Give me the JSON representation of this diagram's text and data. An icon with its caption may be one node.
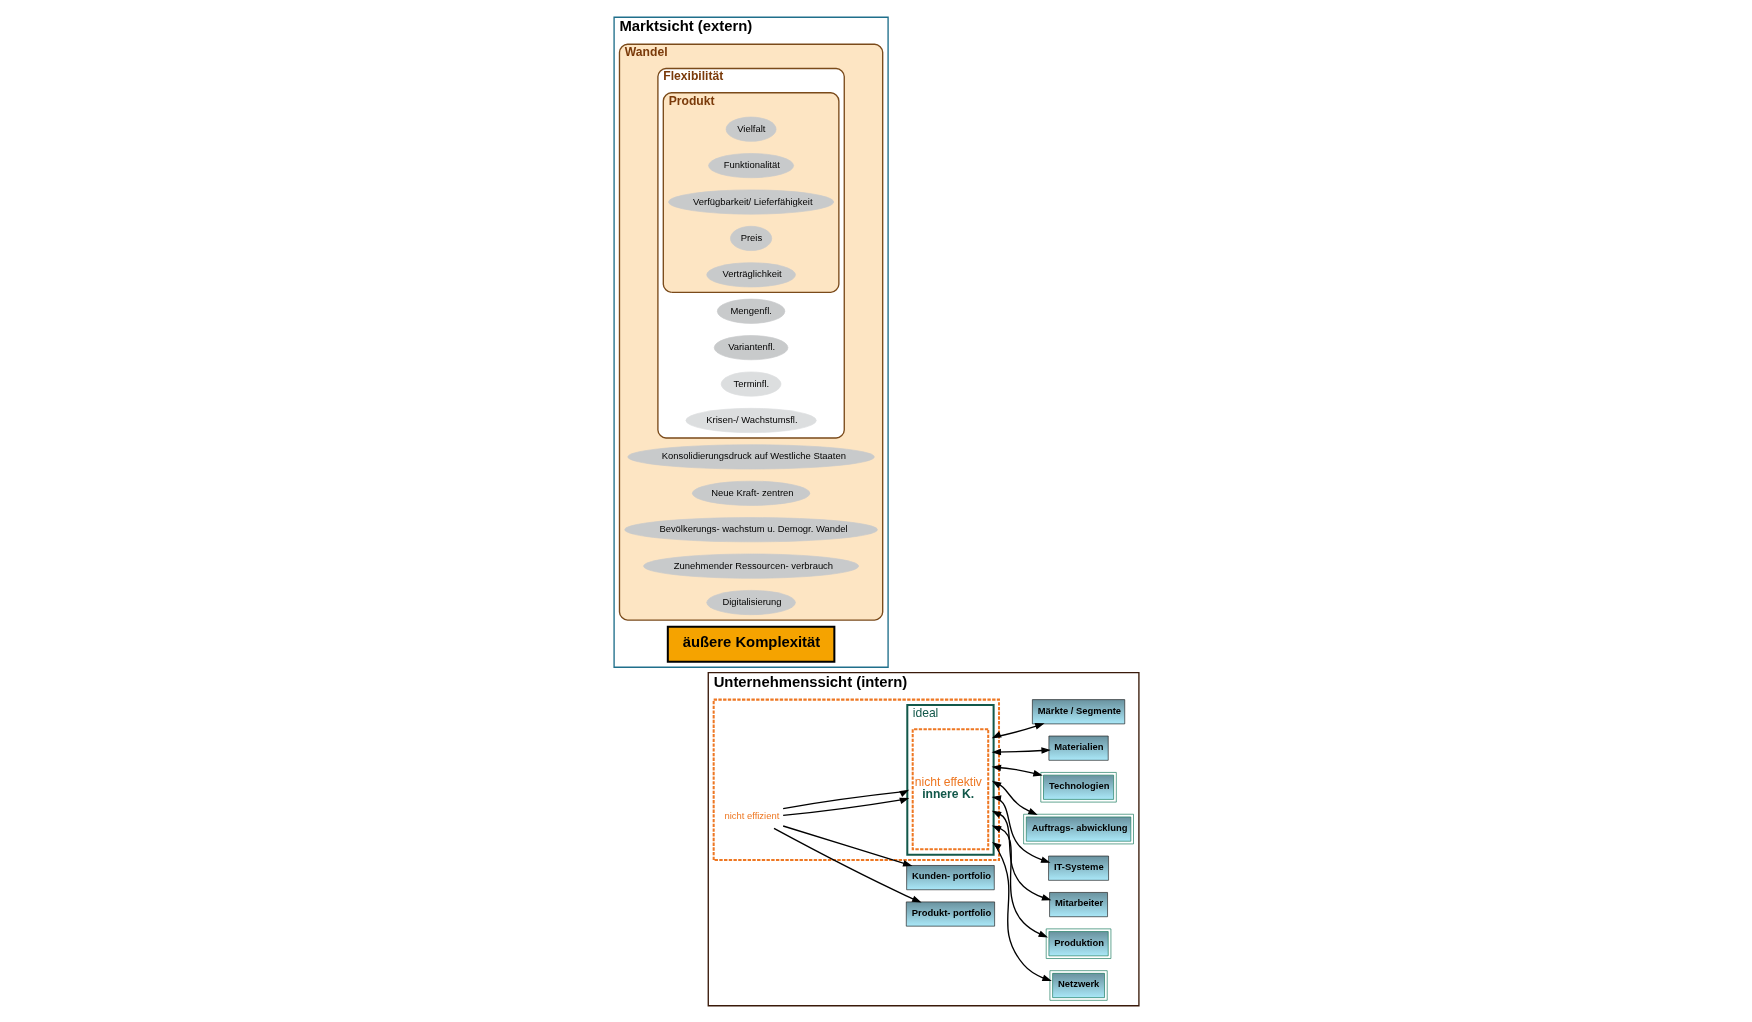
{
  "diagram": {
    "nodes": [
      {
        "text": [
          "Marktsicht (extern)"
        ]
      },
      {
        "text": [
          "Wandel"
        ],
        "in": 0
      },
      {
        "text": [
          "Konsolidierungsdruck auf Westliche Staaten"
        ],
        "in": 1
      },
      {
        "text": [
          "Neue Kraft- zentren"
        ],
        "in": 1
      },
      {
        "text": [
          "Bevölkerungs- wachstum u. Demogr. Wandel"
        ],
        "in": 1
      },
      {
        "text": [
          "Zunehmender Ressourcen- verbrauch"
        ],
        "in": 1
      },
      {
        "text": [
          "Digitalisierung"
        ],
        "in": 1
      },
      {
        "text": [
          "Flexibilität"
        ],
        "in": 1
      },
      {
        "text": [
          "Mengenfl."
        ],
        "in": 7
      },
      {
        "text": [
          "Variantenfl."
        ],
        "in": 7
      },
      {
        "text": [
          "Terminfl."
        ],
        "in": 7
      },
      {
        "text": [
          "Krisen-/ Wachstumsfl."
        ],
        "in": 7
      },
      {
        "text": [
          "Produkt"
        ],
        "in": 7
      },
      {
        "text": [
          "Vielfalt"
        ],
        "in": 12
      },
      {
        "text": [
          "Funktionalität"
        ],
        "in": 12
      },
      {
        "text": [
          "Verfügbarkeit/ Lieferfähigkeit"
        ],
        "in": 12
      },
      {
        "text": [
          "Preis"
        ],
        "in": 12
      },
      {
        "text": [
          "Verträglichkeit"
        ],
        "in": 12
      },
      {
        "text": [
          "äußere Komplexität"
        ],
        "in": 0
      },
      {
        "text": [
          "Unternehmenssicht (intern)"
        ]
      },
      {
        "text": [],
        "shape": "box",
        "in": 19
      },
      {
        "text": [
          "nicht effizient"
        ],
        "in": 20
      },
      {
        "text": [
          "ideal"
        ],
        "in": 20
      },
      {
        "text": [
          "nicht effektiv",
          "innere K."
        ],
        "in": 22
      },
      {
        "text": [
          "Märkte / Segmente"
        ],
        "in": 19
      },
      {
        "text": [
          "Kunden- portfolio"
        ],
        "in": 19
      },
      {
        "text": [
          "Produkt- portfolio"
        ],
        "in": 19
      },
      {
        "text": [
          "Materialien"
        ],
        "in": 19
      },
      {
        "text": [
          "Technologien"
        ],
        "in": 19
      },
      {
        "text": [
          "Auftrags- abwicklung"
        ],
        "in": 19
      },
      {
        "text": [
          "IT-Systeme"
        ],
        "in": 19
      },
      {
        "text": [
          "Mitarbeiter"
        ],
        "in": 19
      },
      {
        "text": [
          "Produktion"
        ],
        "in": 19
      },
      {
        "text": [
          "Netzwerk"
        ],
        "in": 19
      }
    ],
    "edges": [
      {
        "from": 22,
        "to": 24,
        "arrow": "both"
      },
      {
        "from": 21,
        "to": 25,
        "arrow": "to"
      },
      {
        "from": 21,
        "to": 26,
        "arrow": "to"
      },
      {
        "from": 21,
        "to": 22,
        "arrow": "to"
      },
      {
        "from": 21,
        "to": 22,
        "arrow": "to"
      },
      {
        "from": 22,
        "to": 27,
        "arrow": "both"
      },
      {
        "from": 22,
        "to": 28,
        "arrow": "both"
      },
      {
        "from": 22,
        "to": 29,
        "arrow": "both"
      },
      {
        "from": 22,
        "to": 30,
        "arrow": "both"
      },
      {
        "from": 22,
        "to": 31,
        "arrow": "both"
      },
      {
        "from": 22,
        "to": 32,
        "arrow": "both"
      },
      {
        "from": 22,
        "to": 33,
        "arrow": "both"
      }
    ]
  }
}
